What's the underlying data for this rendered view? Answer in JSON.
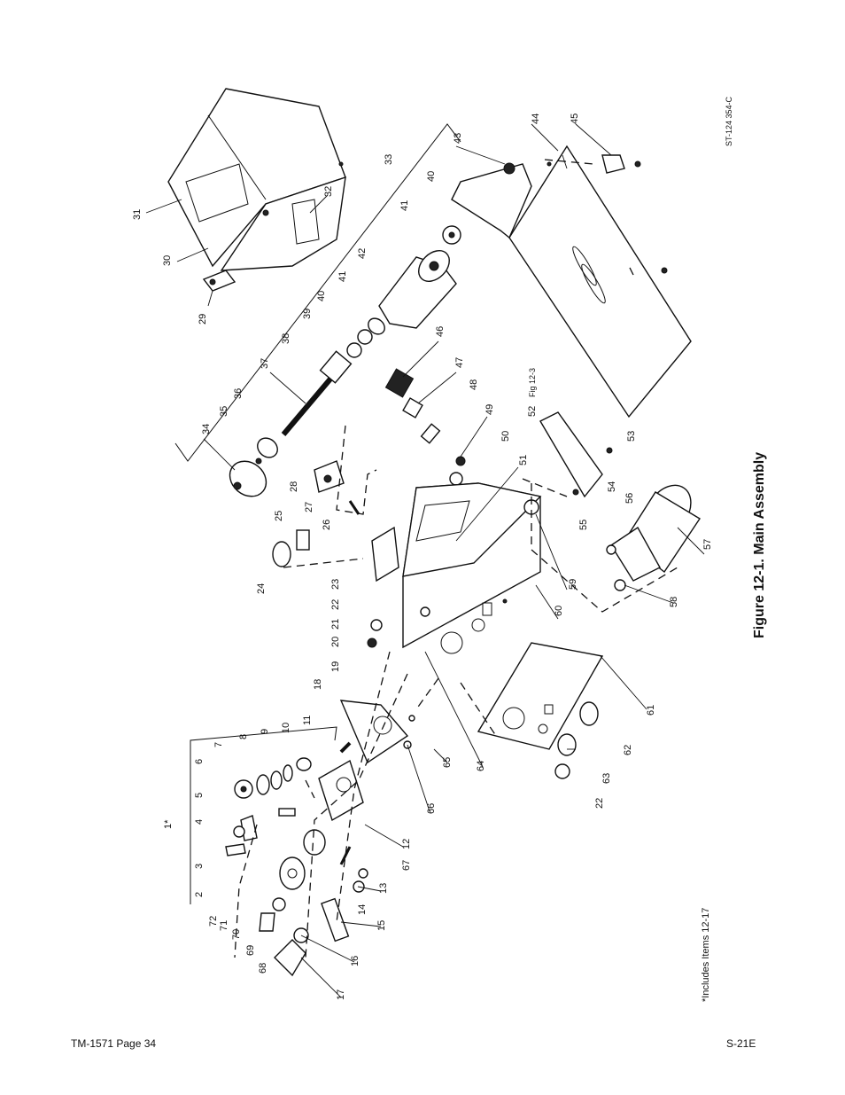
{
  "figure": {
    "caption": "Figure 12-1. Main Assembly",
    "drawing_number": "ST-124 354-C",
    "note": "*Includes Items 12-17",
    "ref_fig": "Fig 12-3",
    "group_label": "1*"
  },
  "callouts": [
    "2",
    "3",
    "4",
    "5",
    "6",
    "7",
    "8",
    "9",
    "10",
    "11",
    "12",
    "13",
    "14",
    "15",
    "16",
    "17",
    "18",
    "19",
    "20",
    "21",
    "22",
    "22",
    "23",
    "24",
    "25",
    "26",
    "27",
    "28",
    "29",
    "30",
    "31",
    "32",
    "33",
    "34",
    "35",
    "36",
    "37",
    "38",
    "39",
    "40",
    "40",
    "41",
    "41",
    "42",
    "43",
    "44",
    "45",
    "46",
    "47",
    "48",
    "49",
    "50",
    "51",
    "52",
    "53",
    "54",
    "55",
    "56",
    "57",
    "58",
    "59",
    "60",
    "61",
    "62",
    "63",
    "64",
    "65",
    "66",
    "67",
    "68",
    "69",
    "70",
    "71",
    "72"
  ],
  "footer": {
    "left": "TM-1571 Page 34",
    "right": "S-21E"
  }
}
